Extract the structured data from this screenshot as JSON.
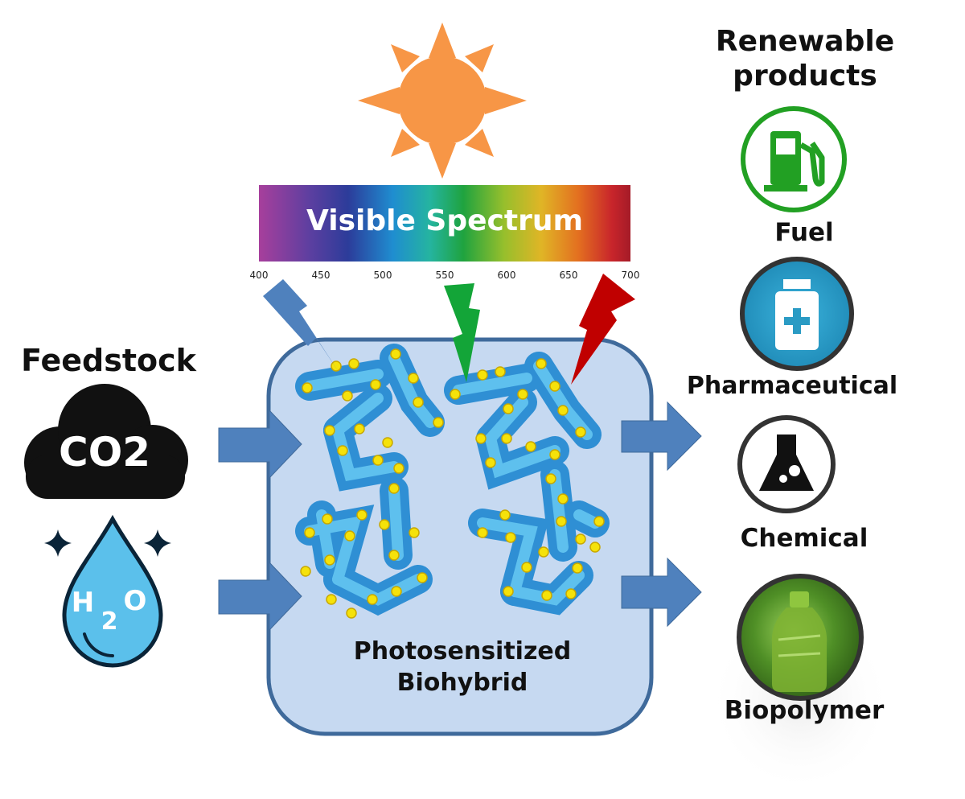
{
  "feedstock": {
    "title": "Feedstock",
    "co2_label": "CO2",
    "h2o": {
      "h": "H",
      "sub": "2",
      "o": "O"
    }
  },
  "spectrum": {
    "label": "Visible Spectrum",
    "ticks": [
      "400",
      "450",
      "500",
      "550",
      "600",
      "650",
      "700"
    ]
  },
  "biohybrid": {
    "label_line1": "Photosensitized",
    "label_line2": "Biohybrid"
  },
  "products": {
    "title_line1": "Renewable",
    "title_line2": "products",
    "items": [
      {
        "label": "Fuel",
        "icon": "fuel-pump-icon",
        "color": "#22A023"
      },
      {
        "label": "Pharmaceutical",
        "icon": "medicine-bottle-icon",
        "color": "#2A9BC4"
      },
      {
        "label": "Chemical",
        "icon": "flask-icon",
        "color": "#1A1A1A"
      },
      {
        "label": "Biopolymer",
        "icon": "bottle-icon",
        "color": "#7FB332"
      }
    ]
  },
  "colors": {
    "sun": "#F79646",
    "arrow": "#4F81BD",
    "box_fill": "#C6D9F1",
    "box_stroke": "#3F6A9B",
    "bacteria": "#3AA9E6",
    "dots": "#F5E20A",
    "bolt_blue": "#4F81BD",
    "bolt_green": "#13A538",
    "bolt_red": "#C00000"
  }
}
